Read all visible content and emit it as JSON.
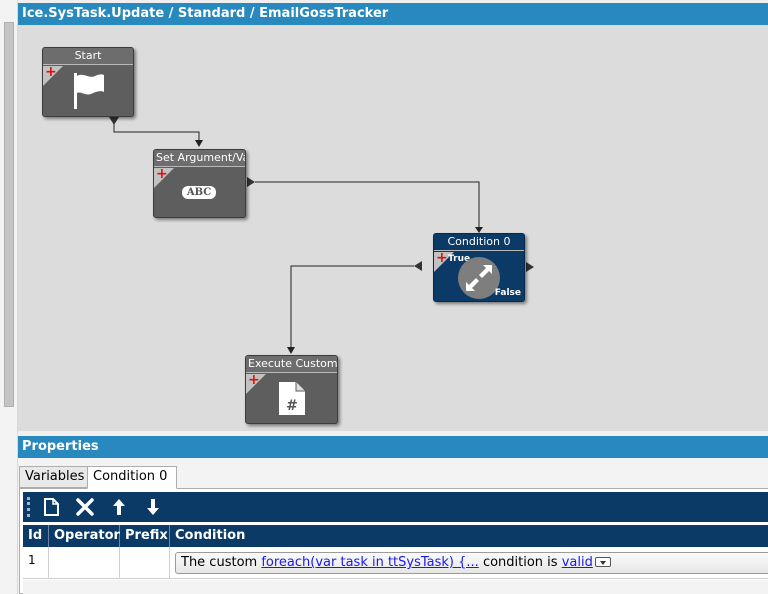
{
  "designer": {
    "title": "Ice.SysTask.Update / Standard / EmailGossTracker"
  },
  "nodes": {
    "start": {
      "title": "Start",
      "icon": "flag-icon"
    },
    "set_argument": {
      "title": "Set Argument/Vari",
      "icon_text": "ABC"
    },
    "condition": {
      "title": "Condition 0",
      "true_label": "True",
      "false_label": "False",
      "icon": "swap-arrows-icon"
    },
    "execute": {
      "title": "Execute Custom Co",
      "icon": "code-file-icon"
    }
  },
  "properties": {
    "title": "Properties",
    "tabs": [
      "Variables",
      "Condition 0"
    ],
    "active_tab": "Condition 0",
    "toolbar": [
      "new-icon",
      "delete-icon",
      "move-up-icon",
      "move-down-icon"
    ],
    "columns": [
      "Id",
      "Operator",
      "Prefix",
      "Condition"
    ],
    "rows": [
      {
        "id": "1",
        "operator": "",
        "prefix": "",
        "condition": {
          "prefix_text": "The custom ",
          "link_1": "foreach(var task in ttSysTask) {...",
          "middle_text": " condition is ",
          "link_2": "valid"
        }
      }
    ]
  },
  "colors": {
    "header_blue": "#2889be",
    "dark_navy": "#0b3a66",
    "node_gray": "#5e5e5e",
    "canvas": "#dcdcdc"
  }
}
